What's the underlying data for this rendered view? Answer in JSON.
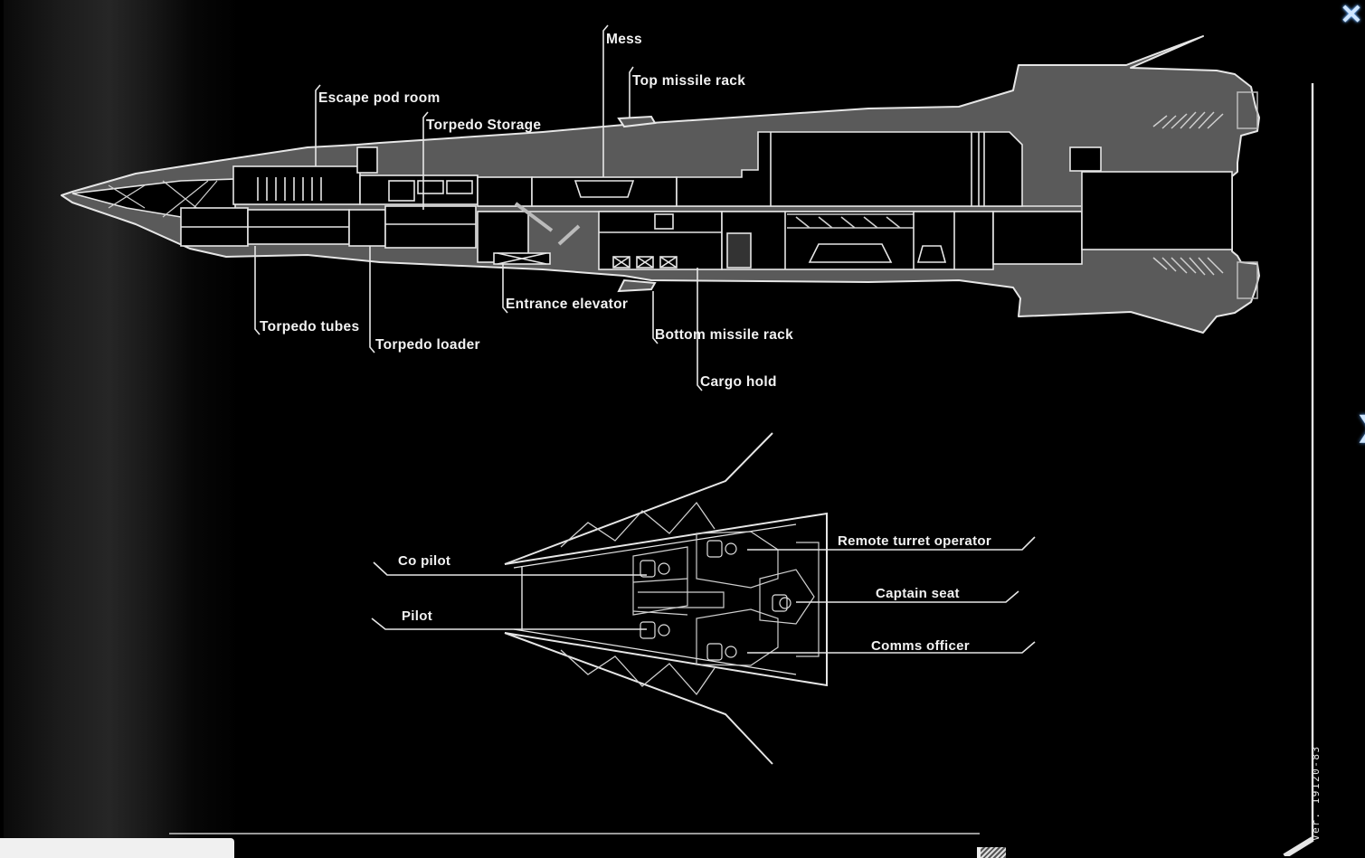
{
  "viewer": {
    "close_icon": "✕",
    "next_icon": "❯",
    "version_text": "Ver. 19120-83"
  },
  "side_view": {
    "labels": [
      {
        "id": "mess",
        "text": "Mess"
      },
      {
        "id": "top-missile-rack",
        "text": "Top missile rack"
      },
      {
        "id": "escape-pod-room",
        "text": "Escape pod room"
      },
      {
        "id": "torpedo-storage",
        "text": "Torpedo Storage"
      },
      {
        "id": "torpedo-tubes",
        "text": "Torpedo tubes"
      },
      {
        "id": "torpedo-loader",
        "text": "Torpedo loader"
      },
      {
        "id": "entrance-elevator",
        "text": "Entrance elevator"
      },
      {
        "id": "bottom-missile-rack",
        "text": "Bottom missile rack"
      },
      {
        "id": "cargo-hold",
        "text": "Cargo hold"
      }
    ]
  },
  "bridge_view": {
    "labels": [
      {
        "id": "co-pilot",
        "text": "Co pilot"
      },
      {
        "id": "pilot",
        "text": "Pilot"
      },
      {
        "id": "remote-turret-operator",
        "text": "Remote turret operator"
      },
      {
        "id": "captain-seat",
        "text": "Captain seat"
      },
      {
        "id": "comms-officer",
        "text": "Comms officer"
      }
    ]
  },
  "colors": {
    "background": "#000000",
    "hull_fill": "#5a5a5a",
    "line": "#e6e6e6",
    "label": "#f2f2f2",
    "accent_glow": "#5fa8ff"
  }
}
